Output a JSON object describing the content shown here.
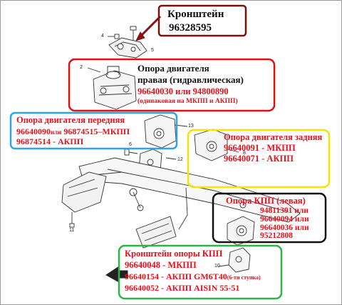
{
  "colors": {
    "dark_red": "#7a0f0f",
    "red": "#e01010",
    "blue": "#2ea3e6",
    "yellow": "#f2e600",
    "black": "#111111",
    "green": "#2fb24a",
    "text_red": "#e8101a"
  },
  "bracket_box": {
    "line1": "Кронштейн",
    "line2": "96328595"
  },
  "right_mount_box": {
    "line1": "Опора двигателя",
    "line2": "правая (гидравлическая)",
    "line3": "96640030  или   94800890",
    "line4": "(одинаковая на МКПП и АКПП)"
  },
  "front_mount_box": {
    "line1": "Опора двигателя передняя",
    "line2a": "96640090",
    "line2b": "или",
    "line2c": "96874515–МКПП",
    "line3": "96874514 - АКПП"
  },
  "rear_mount_box": {
    "line1": "Опора двигателя задняя",
    "line2": "96640091 - МКПП",
    "line3": "96640071 - АКПП"
  },
  "gearbox_mount_box": {
    "line1": "Опора КПП (левая)",
    "line2": "94811391 или",
    "line3": "96640094 или",
    "line4": "96640036 или",
    "line5": "95212808"
  },
  "gearbox_bracket_box": {
    "line1": "Кронштейн опоры КПП",
    "line2": "96640048 - МКПП",
    "line3a": "96640154 - АКПП GM6T40",
    "line3b": "(6-ти ступка)",
    "line4": "96640052 - АКПП AISIN 55-51"
  },
  "callouts": {
    "n2": "2",
    "n4": "4",
    "n5": "5",
    "n6": "6",
    "n8": "8",
    "n10": "10",
    "n11": "11",
    "n12": "12",
    "n13": "13"
  }
}
